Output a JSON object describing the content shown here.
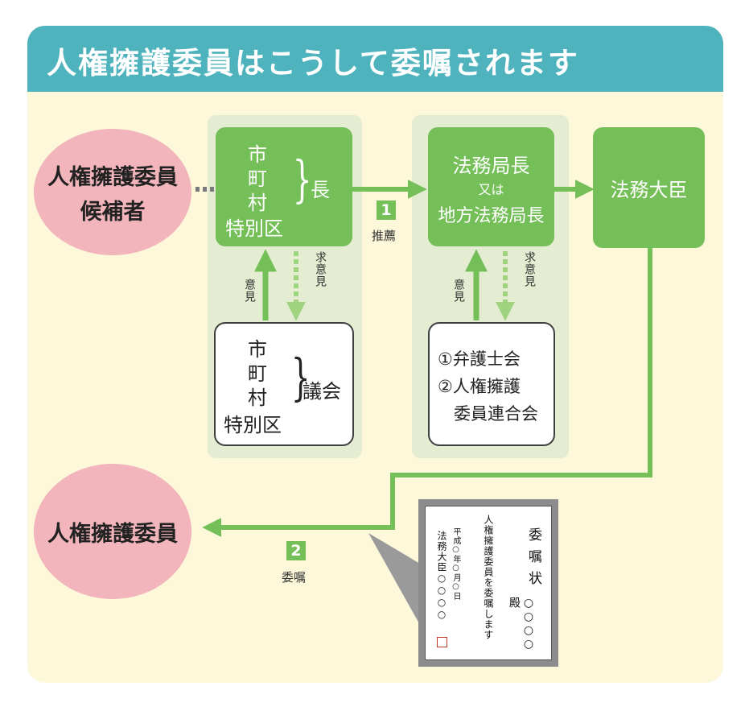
{
  "title": "人権擁護委員はこうして委嘱されます",
  "candidate": {
    "line1": "人権擁護委員",
    "line2": "候補者"
  },
  "mayor_box": {
    "l1": "市",
    "l2": "町",
    "l3": "村",
    "l4": "特別区",
    "suffix": "長"
  },
  "council_box": {
    "l1": "市",
    "l2": "町",
    "l3": "村",
    "l4": "特別区",
    "suffix": "議会"
  },
  "bureau_box": {
    "l1": "法務局長",
    "l2": "又は",
    "l3": "地方法務局長"
  },
  "bar_box": {
    "l1": "①弁護士会",
    "l2": "②人権擁護",
    "l3": "委員連合会"
  },
  "minister_box": {
    "label": "法務大臣"
  },
  "commissioner": {
    "label": "人権擁護委員"
  },
  "step1": {
    "num": "1",
    "label": "推薦"
  },
  "step2": {
    "num": "2",
    "label": "委嘱"
  },
  "opinion_label": "意見",
  "ask_opinion_label": "求意見",
  "certificate": {
    "heading": "委嘱状",
    "name_marks": "○○○○殿",
    "body": "人権擁護委員を委嘱します",
    "date": "平成○年○月○日",
    "signer": "法務大臣○○○○"
  },
  "colors": {
    "header": "#4fb3bd",
    "background": "#fdf8d9",
    "green": "#74bf58",
    "light_green": "#9fd37f",
    "panel": "#e4edd2",
    "pink": "#f2b5bb"
  }
}
